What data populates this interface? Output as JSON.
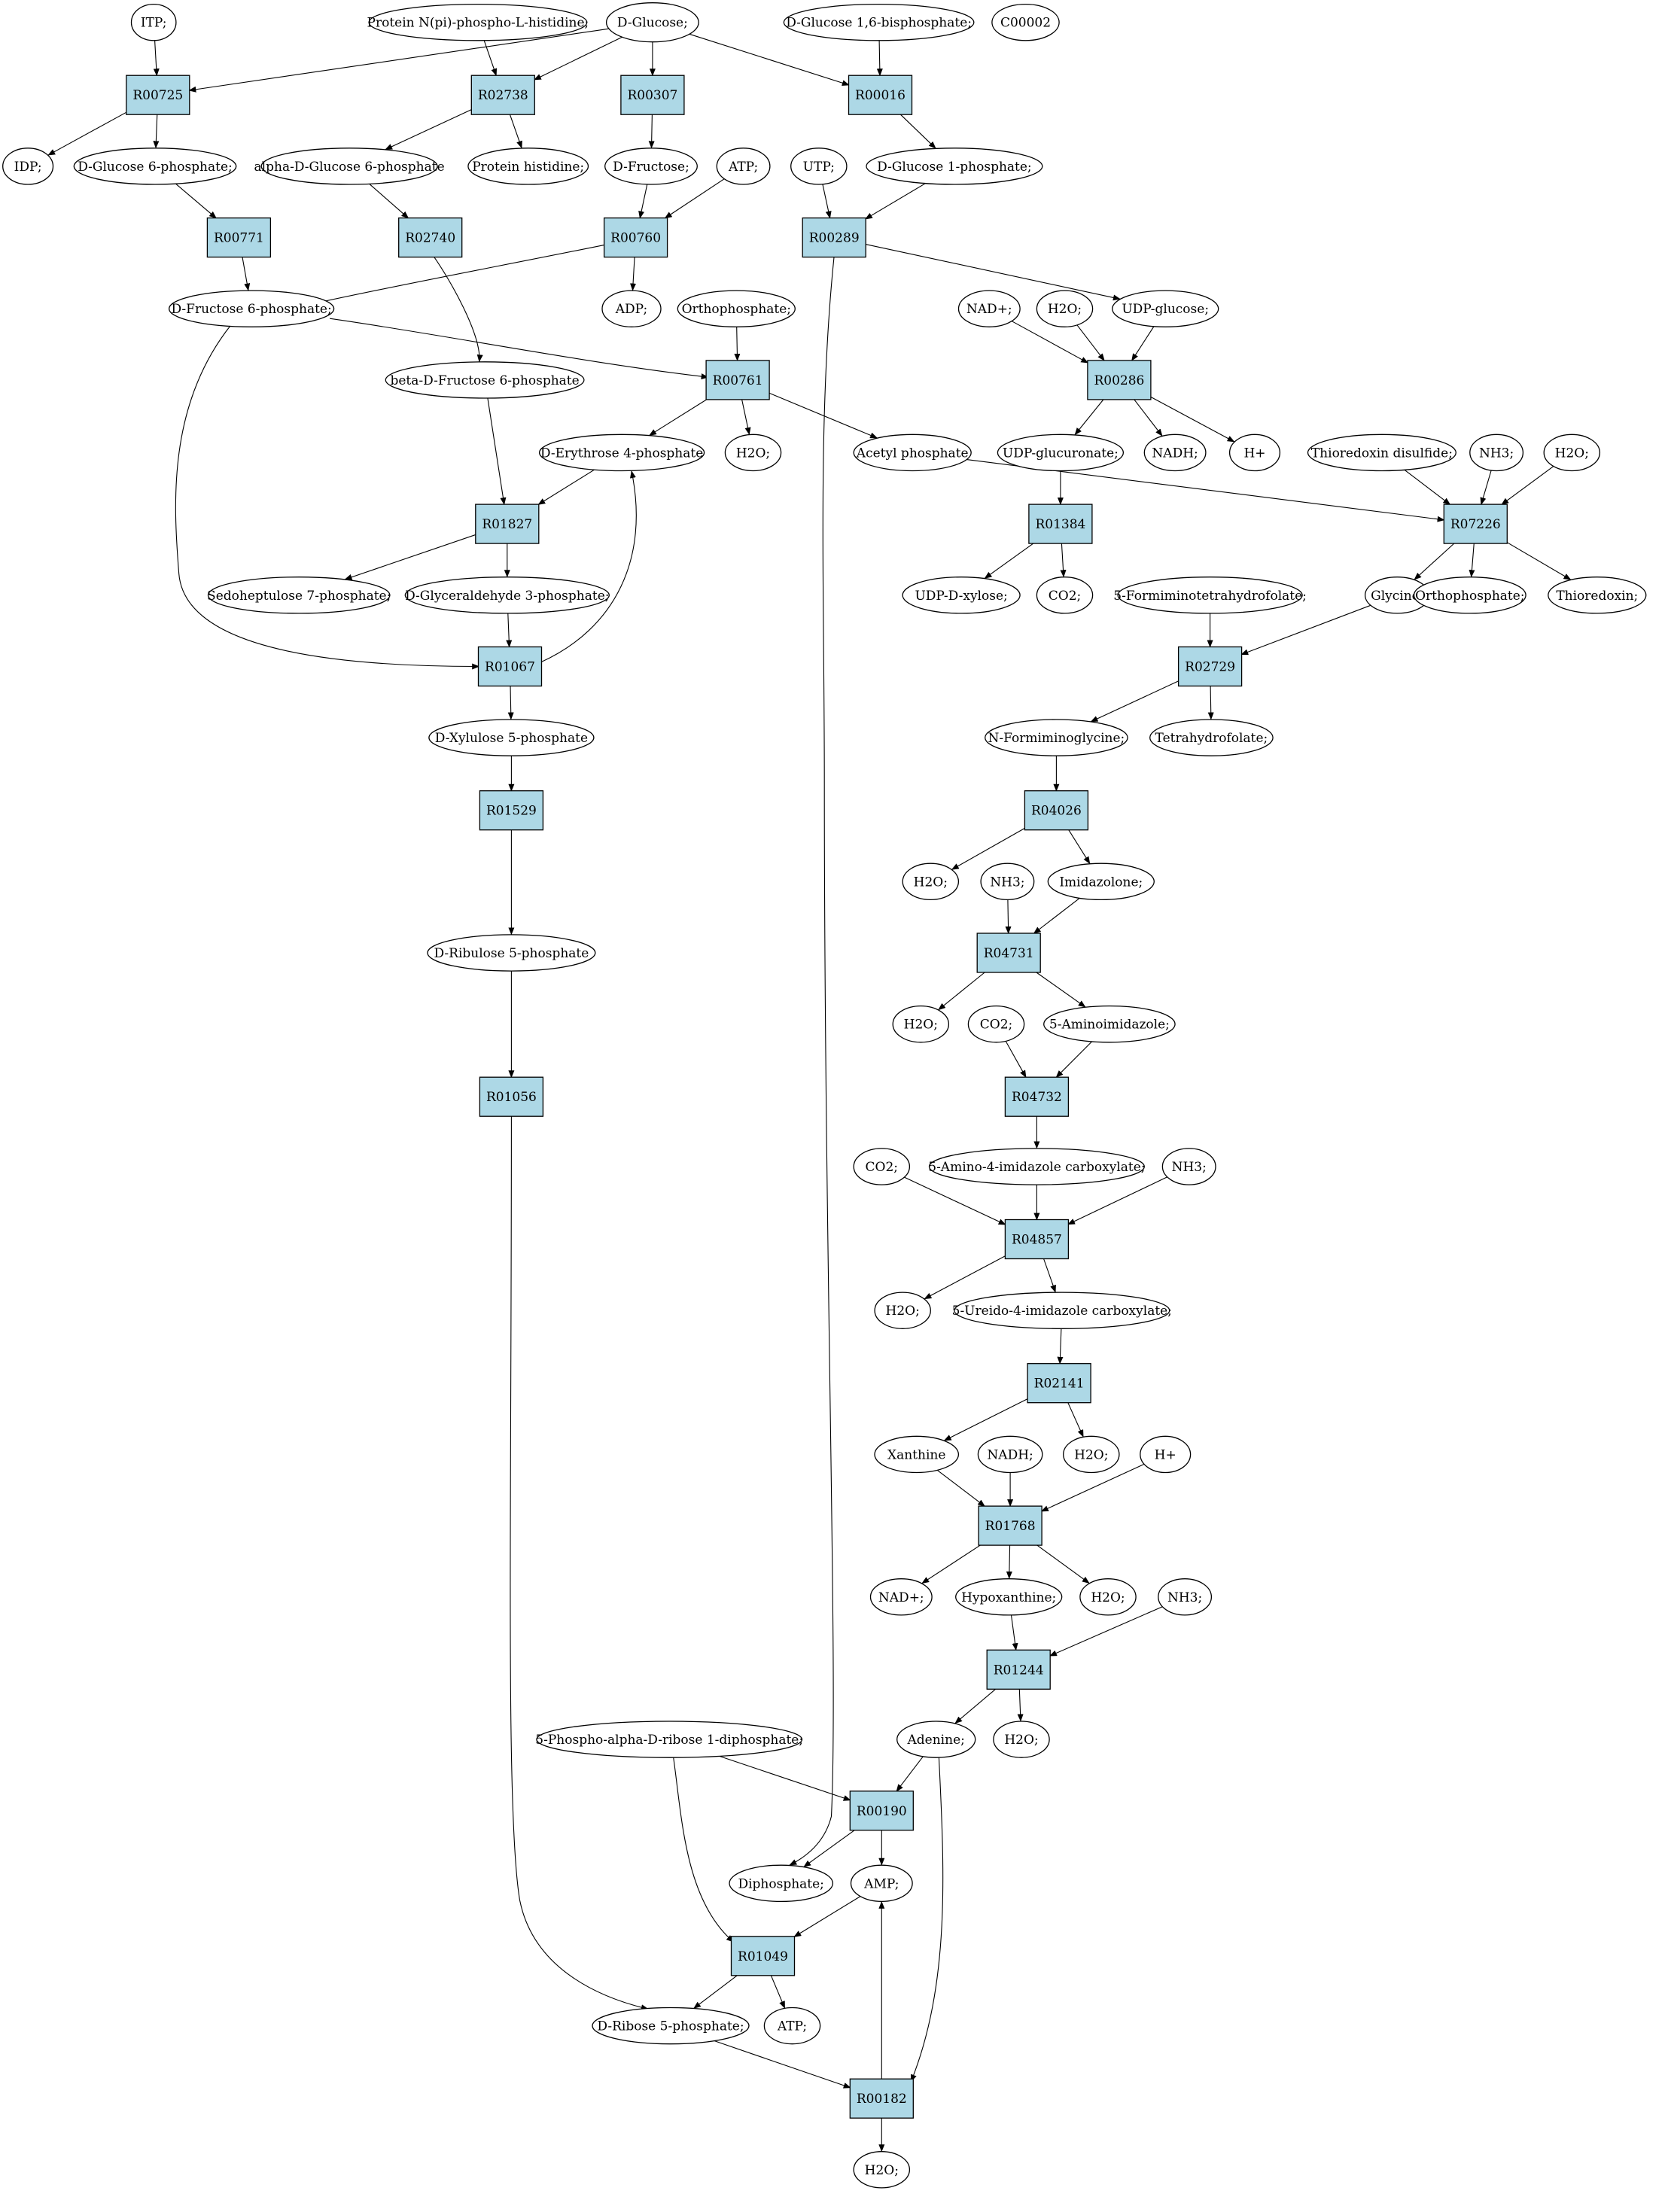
{
  "colors": {
    "reaction_fill": "#add8e6",
    "compound_fill": "#ffffff",
    "start_fill": "#00ee00",
    "highlight_fill": "#ffff00",
    "stroke": "#000000"
  },
  "nodes": [
    {
      "id": "itp",
      "label": "ITP;",
      "type": "compound"
    },
    {
      "id": "protnp",
      "label": "Protein N(pi)-phospho-L-histidine;",
      "type": "compound"
    },
    {
      "id": "dglc",
      "label": "D-Glucose;",
      "type": "start"
    },
    {
      "id": "g16bp",
      "label": "D-Glucose 1,6-bisphosphate;",
      "type": "compound"
    },
    {
      "id": "c00002",
      "label": "C00002",
      "type": "highlight"
    },
    {
      "id": "R00725",
      "label": "R00725",
      "type": "reaction"
    },
    {
      "id": "R02738",
      "label": "R02738",
      "type": "reaction"
    },
    {
      "id": "R00307",
      "label": "R00307",
      "type": "reaction"
    },
    {
      "id": "R00016",
      "label": "R00016",
      "type": "reaction"
    },
    {
      "id": "idp",
      "label": "IDP;",
      "type": "compound"
    },
    {
      "id": "g6p",
      "label": "D-Glucose 6-phosphate;",
      "type": "compound"
    },
    {
      "id": "ag6p",
      "label": "alpha-D-Glucose 6-phosphate",
      "type": "compound"
    },
    {
      "id": "prothis",
      "label": "Protein histidine;",
      "type": "compound"
    },
    {
      "id": "dfru",
      "label": "D-Fructose;",
      "type": "compound"
    },
    {
      "id": "atp1",
      "label": "ATP;",
      "type": "compound"
    },
    {
      "id": "utp",
      "label": "UTP;",
      "type": "compound"
    },
    {
      "id": "g1p",
      "label": "D-Glucose 1-phosphate;",
      "type": "compound"
    },
    {
      "id": "R00771",
      "label": "R00771",
      "type": "reaction"
    },
    {
      "id": "R02740",
      "label": "R02740",
      "type": "reaction"
    },
    {
      "id": "R00760",
      "label": "R00760",
      "type": "reaction"
    },
    {
      "id": "R00289",
      "label": "R00289",
      "type": "reaction"
    },
    {
      "id": "f6p",
      "label": "D-Fructose 6-phosphate;",
      "type": "compound"
    },
    {
      "id": "adp",
      "label": "ADP;",
      "type": "compound"
    },
    {
      "id": "orthop1",
      "label": "Orthophosphate;",
      "type": "compound"
    },
    {
      "id": "nadp1",
      "label": "NAD+;",
      "type": "compound"
    },
    {
      "id": "h2o1",
      "label": "H2O;",
      "type": "compound"
    },
    {
      "id": "udpglc",
      "label": "UDP-glucose;",
      "type": "compound"
    },
    {
      "id": "bf6p",
      "label": "beta-D-Fructose 6-phosphate",
      "type": "compound"
    },
    {
      "id": "R00761",
      "label": "R00761",
      "type": "reaction"
    },
    {
      "id": "R00286",
      "label": "R00286",
      "type": "reaction"
    },
    {
      "id": "e4p",
      "label": "D-Erythrose 4-phosphate",
      "type": "compound"
    },
    {
      "id": "h2o2",
      "label": "H2O;",
      "type": "compound"
    },
    {
      "id": "acp",
      "label": "Acetyl phosphate",
      "type": "compound"
    },
    {
      "id": "udpgluc",
      "label": "UDP-glucuronate;",
      "type": "compound"
    },
    {
      "id": "nadh1",
      "label": "NADH;",
      "type": "compound"
    },
    {
      "id": "hplus1",
      "label": "H+",
      "type": "compound"
    },
    {
      "id": "trxss",
      "label": "Thioredoxin disulfide;",
      "type": "compound"
    },
    {
      "id": "nh3_1",
      "label": "NH3;",
      "type": "compound"
    },
    {
      "id": "h2o3",
      "label": "H2O;",
      "type": "compound"
    },
    {
      "id": "R01827",
      "label": "R01827",
      "type": "reaction"
    },
    {
      "id": "R01384",
      "label": "R01384",
      "type": "reaction"
    },
    {
      "id": "R07226",
      "label": "R07226",
      "type": "reaction"
    },
    {
      "id": "s7p",
      "label": "Sedoheptulose 7-phosphate;",
      "type": "compound"
    },
    {
      "id": "g3p",
      "label": "D-Glyceraldehyde 3-phosphate;",
      "type": "compound"
    },
    {
      "id": "udpxyl",
      "label": "UDP-D-xylose;",
      "type": "compound"
    },
    {
      "id": "co2_1",
      "label": "CO2;",
      "type": "compound"
    },
    {
      "id": "fthf",
      "label": "5-Formiminotetrahydrofolate;",
      "type": "compound"
    },
    {
      "id": "gly",
      "label": "Glycine;",
      "type": "compound"
    },
    {
      "id": "orthop2",
      "label": "Orthophosphate;",
      "type": "compound"
    },
    {
      "id": "trx",
      "label": "Thioredoxin;",
      "type": "compound"
    },
    {
      "id": "R01067",
      "label": "R01067",
      "type": "reaction"
    },
    {
      "id": "R02729",
      "label": "R02729",
      "type": "reaction"
    },
    {
      "id": "x5p",
      "label": "D-Xylulose 5-phosphate",
      "type": "compound"
    },
    {
      "id": "nfgly",
      "label": "N-Formiminoglycine;",
      "type": "compound"
    },
    {
      "id": "thf",
      "label": "Tetrahydrofolate;",
      "type": "compound"
    },
    {
      "id": "R01529",
      "label": "R01529",
      "type": "reaction"
    },
    {
      "id": "R04026",
      "label": "R04026",
      "type": "reaction"
    },
    {
      "id": "h2o4",
      "label": "H2O;",
      "type": "compound"
    },
    {
      "id": "nh3_2",
      "label": "NH3;",
      "type": "compound"
    },
    {
      "id": "imid",
      "label": "Imidazolone;",
      "type": "compound"
    },
    {
      "id": "ru5p",
      "label": "D-Ribulose 5-phosphate",
      "type": "compound"
    },
    {
      "id": "R04731",
      "label": "R04731",
      "type": "reaction"
    },
    {
      "id": "h2o5",
      "label": "H2O;",
      "type": "compound"
    },
    {
      "id": "co2_2",
      "label": "CO2;",
      "type": "compound"
    },
    {
      "id": "aimid",
      "label": "5-Aminoimidazole;",
      "type": "compound"
    },
    {
      "id": "R01056",
      "label": "R01056",
      "type": "reaction"
    },
    {
      "id": "R04732",
      "label": "R04732",
      "type": "reaction"
    },
    {
      "id": "co2_3",
      "label": "CO2;",
      "type": "compound"
    },
    {
      "id": "aicarbox",
      "label": "5-Amino-4-imidazole carboxylate;",
      "type": "compound"
    },
    {
      "id": "nh3_3",
      "label": "NH3;",
      "type": "compound"
    },
    {
      "id": "R04857",
      "label": "R04857",
      "type": "reaction"
    },
    {
      "id": "h2o6",
      "label": "H2O;",
      "type": "compound"
    },
    {
      "id": "uicarbox",
      "label": "5-Ureido-4-imidazole carboxylate;",
      "type": "compound"
    },
    {
      "id": "R02141",
      "label": "R02141",
      "type": "reaction"
    },
    {
      "id": "xan",
      "label": "Xanthine",
      "type": "compound"
    },
    {
      "id": "nadh2",
      "label": "NADH;",
      "type": "compound"
    },
    {
      "id": "h2o7",
      "label": "H2O;",
      "type": "compound"
    },
    {
      "id": "hplus2",
      "label": "H+",
      "type": "compound"
    },
    {
      "id": "R01768",
      "label": "R01768",
      "type": "reaction"
    },
    {
      "id": "nadp2",
      "label": "NAD+;",
      "type": "compound"
    },
    {
      "id": "hypo",
      "label": "Hypoxanthine;",
      "type": "compound"
    },
    {
      "id": "h2o8",
      "label": "H2O;",
      "type": "compound"
    },
    {
      "id": "nh3_4",
      "label": "NH3;",
      "type": "compound"
    },
    {
      "id": "R01244",
      "label": "R01244",
      "type": "reaction"
    },
    {
      "id": "prpp",
      "label": "5-Phospho-alpha-D-ribose 1-diphosphate;",
      "type": "compound"
    },
    {
      "id": "ade",
      "label": "Adenine;",
      "type": "compound"
    },
    {
      "id": "h2o9",
      "label": "H2O;",
      "type": "compound"
    },
    {
      "id": "R00190",
      "label": "R00190",
      "type": "reaction"
    },
    {
      "id": "dipp",
      "label": "Diphosphate;",
      "type": "compound"
    },
    {
      "id": "amp",
      "label": "AMP;",
      "type": "compound"
    },
    {
      "id": "R01049",
      "label": "R01049",
      "type": "reaction"
    },
    {
      "id": "r5p",
      "label": "D-Ribose 5-phosphate;",
      "type": "compound"
    },
    {
      "id": "atp2",
      "label": "ATP;",
      "type": "compound"
    },
    {
      "id": "R00182",
      "label": "R00182",
      "type": "reaction"
    },
    {
      "id": "h2o10",
      "label": "H2O;",
      "type": "compound"
    }
  ],
  "edges": [
    [
      "itp",
      "R00725"
    ],
    [
      "dglc",
      "R00725"
    ],
    [
      "R00725",
      "idp"
    ],
    [
      "R00725",
      "g6p"
    ],
    [
      "protnp",
      "R02738"
    ],
    [
      "dglc",
      "R02738"
    ],
    [
      "R02738",
      "ag6p"
    ],
    [
      "R02738",
      "prothis"
    ],
    [
      "dglc",
      "R00307"
    ],
    [
      "R00307",
      "dfru"
    ],
    [
      "dglc",
      "R00016"
    ],
    [
      "g16bp",
      "R00016"
    ],
    [
      "R00016",
      "g1p"
    ],
    [
      "g6p",
      "R00771"
    ],
    [
      "R00771",
      "f6p"
    ],
    [
      "ag6p",
      "R02740"
    ],
    [
      "R02740",
      "bf6p"
    ],
    [
      "dfru",
      "R00760"
    ],
    [
      "atp1",
      "R00760"
    ],
    [
      "R00760",
      "f6p"
    ],
    [
      "R00760",
      "adp"
    ],
    [
      "utp",
      "R00289"
    ],
    [
      "g1p",
      "R00289"
    ],
    [
      "R00289",
      "udpglc"
    ],
    [
      "R00289",
      "dipp"
    ],
    [
      "f6p",
      "R00761"
    ],
    [
      "orthop1",
      "R00761"
    ],
    [
      "R00761",
      "e4p"
    ],
    [
      "R00761",
      "h2o2"
    ],
    [
      "R00761",
      "acp"
    ],
    [
      "nadp1",
      "R00286"
    ],
    [
      "h2o1",
      "R00286"
    ],
    [
      "udpglc",
      "R00286"
    ],
    [
      "R00286",
      "udpgluc"
    ],
    [
      "R00286",
      "nadh1"
    ],
    [
      "R00286",
      "hplus1"
    ],
    [
      "bf6p",
      "R01827"
    ],
    [
      "e4p",
      "R01827"
    ],
    [
      "R01827",
      "s7p"
    ],
    [
      "R01827",
      "g3p"
    ],
    [
      "udpgluc",
      "R01384"
    ],
    [
      "R01384",
      "udpxyl"
    ],
    [
      "R01384",
      "co2_1"
    ],
    [
      "acp",
      "R07226"
    ],
    [
      "trxss",
      "R07226"
    ],
    [
      "nh3_1",
      "R07226"
    ],
    [
      "h2o3",
      "R07226"
    ],
    [
      "R07226",
      "gly"
    ],
    [
      "R07226",
      "orthop2"
    ],
    [
      "R07226",
      "trx"
    ],
    [
      "f6p",
      "R01067"
    ],
    [
      "g3p",
      "R01067"
    ],
    [
      "R01067",
      "e4p"
    ],
    [
      "R01067",
      "x5p"
    ],
    [
      "fthf",
      "R02729"
    ],
    [
      "gly",
      "R02729"
    ],
    [
      "R02729",
      "nfgly"
    ],
    [
      "R02729",
      "thf"
    ],
    [
      "x5p",
      "R01529"
    ],
    [
      "R01529",
      "ru5p"
    ],
    [
      "nfgly",
      "R04026"
    ],
    [
      "R04026",
      "h2o4"
    ],
    [
      "R04026",
      "imid"
    ],
    [
      "ru5p",
      "R01056"
    ],
    [
      "R01056",
      "r5p"
    ],
    [
      "nh3_2",
      "R04731"
    ],
    [
      "imid",
      "R04731"
    ],
    [
      "R04731",
      "h2o5"
    ],
    [
      "R04731",
      "aimid"
    ],
    [
      "co2_2",
      "R04732"
    ],
    [
      "aimid",
      "R04732"
    ],
    [
      "R04732",
      "aicarbox"
    ],
    [
      "co2_3",
      "R04857"
    ],
    [
      "aicarbox",
      "R04857"
    ],
    [
      "nh3_3",
      "R04857"
    ],
    [
      "R04857",
      "h2o6"
    ],
    [
      "R04857",
      "uicarbox"
    ],
    [
      "uicarbox",
      "R02141"
    ],
    [
      "R02141",
      "xan"
    ],
    [
      "R02141",
      "h2o7"
    ],
    [
      "xan",
      "R01768"
    ],
    [
      "nadh2",
      "R01768"
    ],
    [
      "hplus2",
      "R01768"
    ],
    [
      "R01768",
      "nadp2"
    ],
    [
      "R01768",
      "hypo"
    ],
    [
      "R01768",
      "h2o8"
    ],
    [
      "hypo",
      "R01244"
    ],
    [
      "nh3_4",
      "R01244"
    ],
    [
      "R01244",
      "ade"
    ],
    [
      "R01244",
      "h2o9"
    ],
    [
      "prpp",
      "R00190"
    ],
    [
      "ade",
      "R00190"
    ],
    [
      "R00190",
      "dipp"
    ],
    [
      "R00190",
      "amp"
    ],
    [
      "prpp",
      "R01049"
    ],
    [
      "amp",
      "R01049"
    ],
    [
      "R01049",
      "r5p"
    ],
    [
      "R01049",
      "atp2"
    ],
    [
      "r5p",
      "R00182"
    ],
    [
      "ade",
      "R00182"
    ],
    [
      "R00182",
      "amp"
    ],
    [
      "R00182",
      "h2o10"
    ]
  ]
}
